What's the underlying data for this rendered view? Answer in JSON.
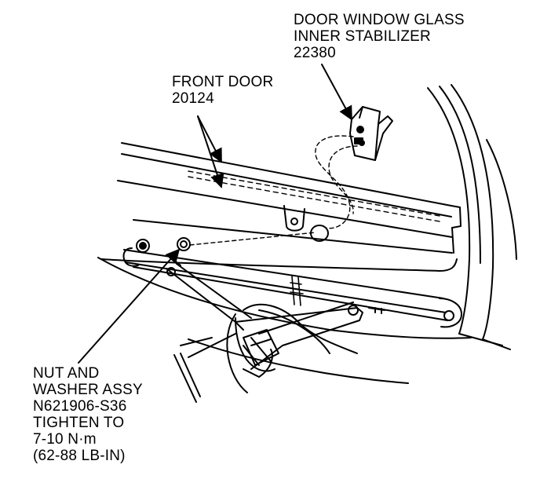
{
  "labels": {
    "stabilizer": {
      "line1": "DOOR WINDOW GLASS",
      "line2": "INNER STABILIZER",
      "part_number": "22380"
    },
    "front_door": {
      "line1": "FRONT DOOR",
      "part_number": "20124"
    },
    "nut_washer": {
      "line1": "NUT AND",
      "line2": "WASHER ASSY",
      "part_number": "N621906-S36",
      "line4": "TIGHTEN TO",
      "torque_metric": "7-10 N·m",
      "torque_imperial": "(62-88 LB-IN)"
    }
  },
  "colors": {
    "ink": "#000000",
    "paper": "#ffffff"
  }
}
